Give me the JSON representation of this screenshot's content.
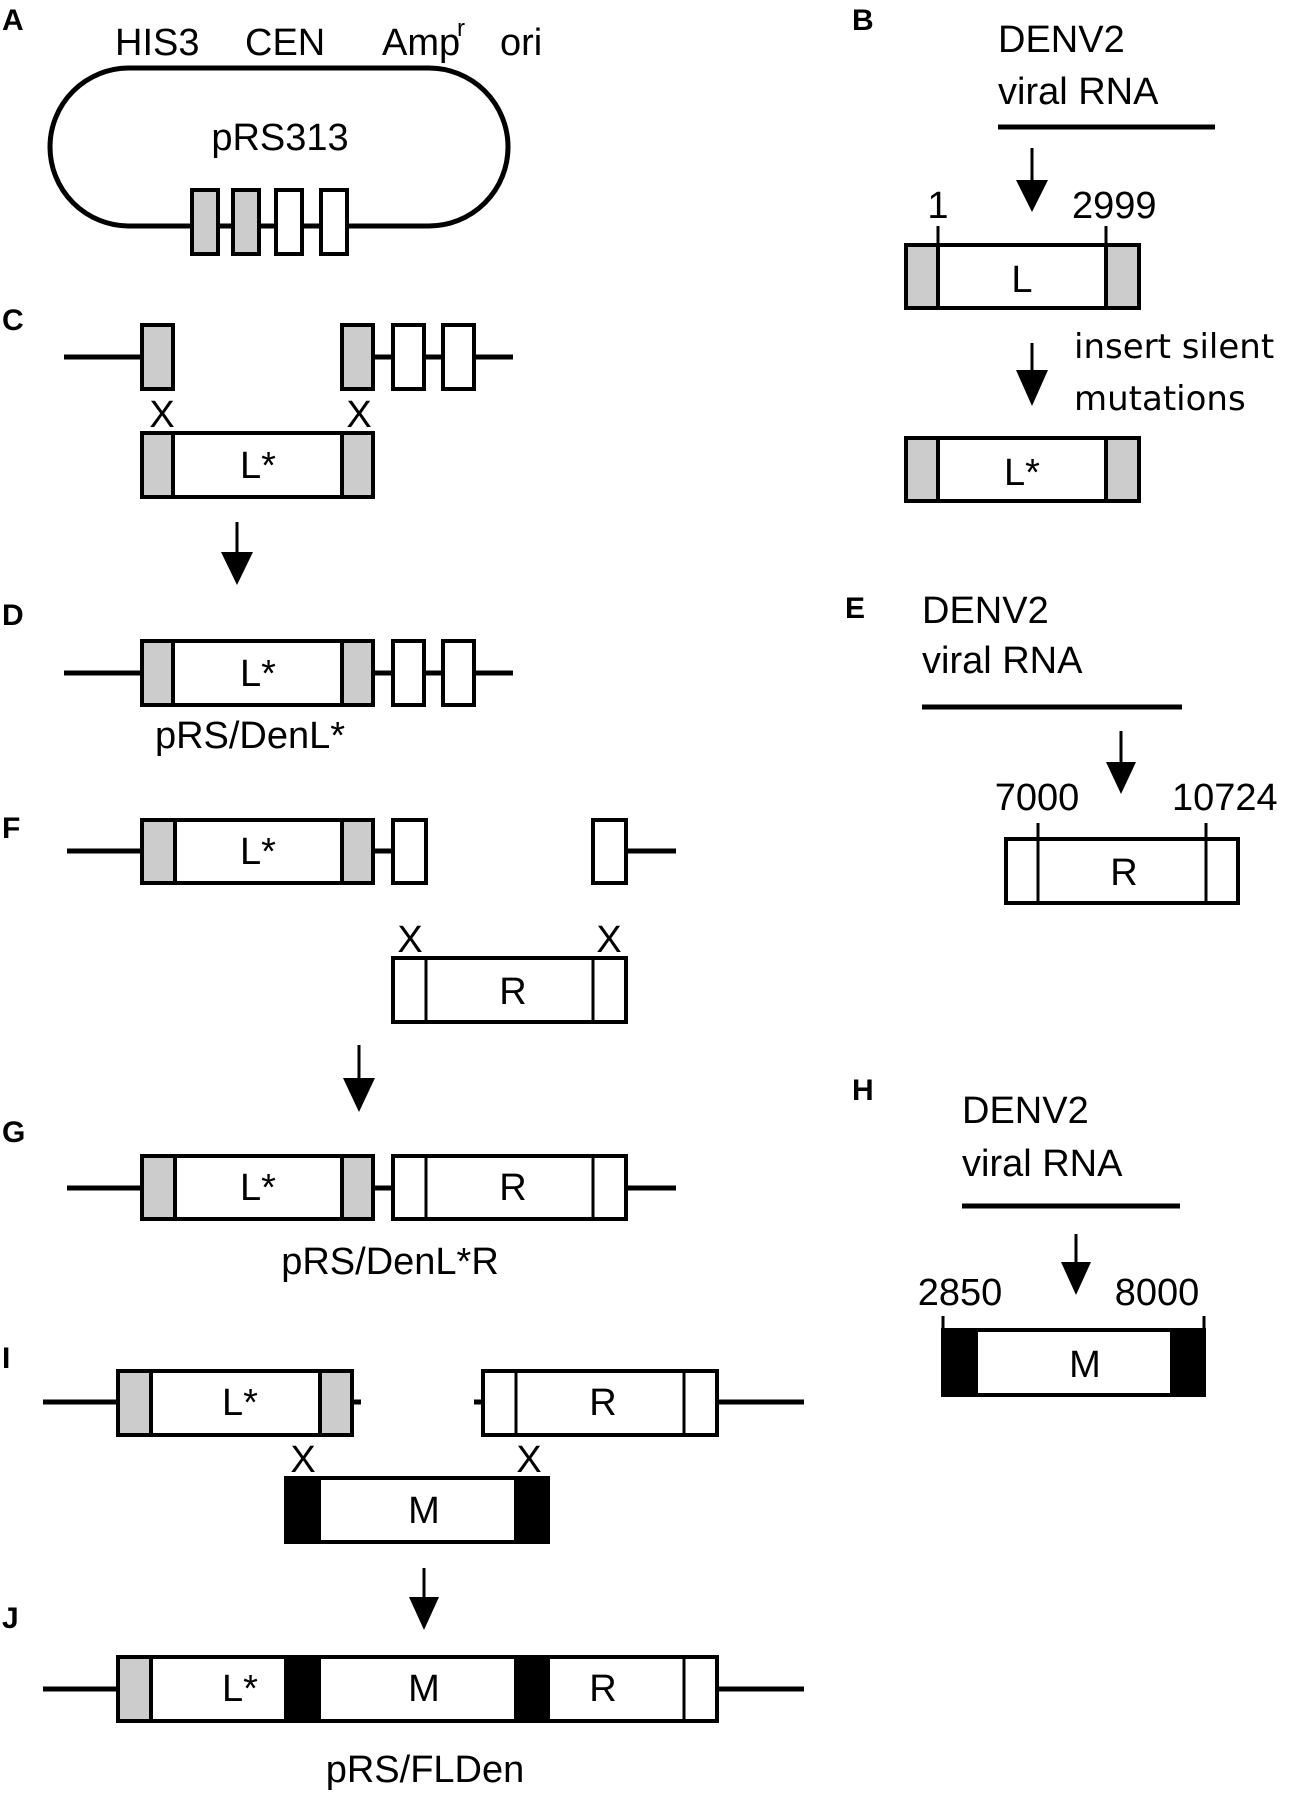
{
  "colors": {
    "grey": "#cccccc",
    "black": "#000000",
    "white": "#ffffff"
  },
  "panels": {
    "A": {
      "label": "A",
      "markers": [
        "HIS3",
        "CEN",
        "Amp",
        "ori"
      ],
      "amp_sup": "r",
      "plasmid": "pRS313"
    },
    "B": {
      "label": "B",
      "source_line1": "DENV2",
      "source_line2": "viral RNA",
      "start": "1",
      "end": "2999",
      "fragment": "L",
      "step_line1": "insert silent",
      "step_line2": "mutations",
      "mutant": "L*"
    },
    "C": {
      "label": "C",
      "cross": "X",
      "fragment": "L*"
    },
    "D": {
      "label": "D",
      "fragment": "L*",
      "name": "pRS/DenL*"
    },
    "E": {
      "label": "E",
      "source_line1": "DENV2",
      "source_line2": "viral RNA",
      "start": "7000",
      "end": "10724",
      "fragment": "R"
    },
    "F": {
      "label": "F",
      "cross": "X",
      "left_fragment": "L*",
      "fragment": "R"
    },
    "G": {
      "label": "G",
      "left_fragment": "L*",
      "right_fragment": "R",
      "name": "pRS/DenL*R"
    },
    "H": {
      "label": "H",
      "source_line1": "DENV2",
      "source_line2": "viral RNA",
      "start": "2850",
      "end": "8000",
      "fragment": "M"
    },
    "I": {
      "label": "I",
      "cross": "X",
      "left_fragment": "L*",
      "right_fragment": "R",
      "fragment": "M"
    },
    "J": {
      "label": "J",
      "left_fragment": "L*",
      "mid_fragment": "M",
      "right_fragment": "R",
      "name": "pRS/FLDen"
    }
  }
}
